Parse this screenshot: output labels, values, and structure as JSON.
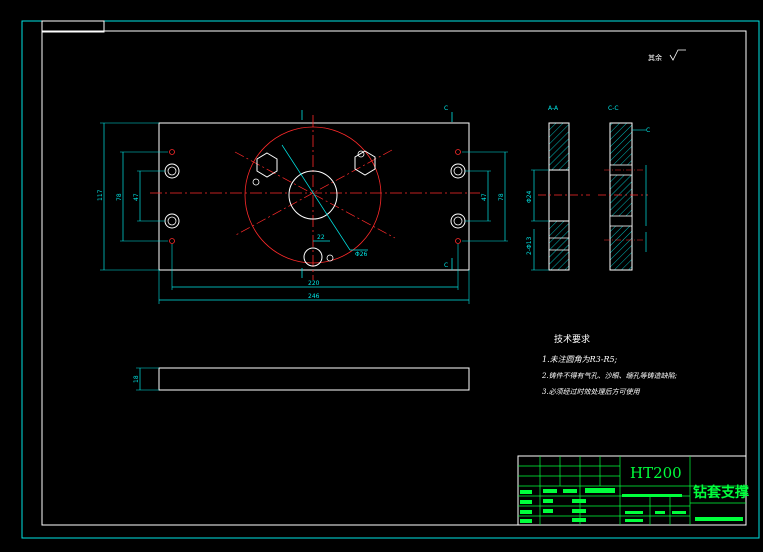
{
  "drawing": {
    "material": "HT200",
    "part_name": "钻套支撑",
    "roughness_note": "其余",
    "tech_requirements": {
      "title": "技术要求",
      "items": [
        "1.未注圆角为R3-R5;",
        "2.铸件不得有气孔、沙眼、缩孔等铸造缺陷;",
        "3.必须经过时效处理后方可使用"
      ]
    },
    "dimensions": {
      "overall_width": "246",
      "hole_spacing_x": "220",
      "overall_height": "117",
      "hole_spacing_y_left": "78",
      "hole_spacing_y_right": "78",
      "inner_left": "47",
      "inner_right": "47",
      "bottom_hole_offset": "22",
      "center_hole_dia": "Φ26",
      "plate_thickness": "18",
      "side_hole_a": "Φ24",
      "side_hole_b": "2-Φ13"
    },
    "section_labels": {
      "cut_top": "C",
      "cut_bottom": "C",
      "view_a": "A-A",
      "view_b": "C-C"
    }
  },
  "colors": {
    "background": "#000000",
    "outline": "#ffffff",
    "dimension": "#00e5e5",
    "centerline": "#ff2a2a",
    "title_block": "#00ff3c"
  }
}
